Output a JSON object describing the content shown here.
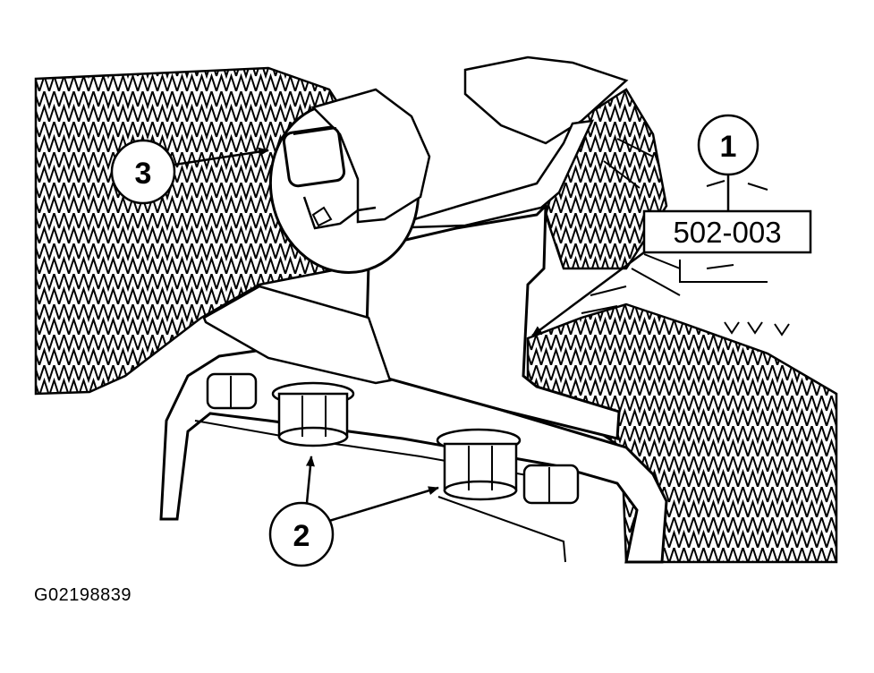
{
  "figure": {
    "id": "G02198839"
  },
  "callouts": [
    {
      "number": "1",
      "label": "502-003"
    },
    {
      "number": "2"
    },
    {
      "number": "3"
    }
  ],
  "colors": {
    "line": "#000000",
    "background": "#ffffff"
  }
}
